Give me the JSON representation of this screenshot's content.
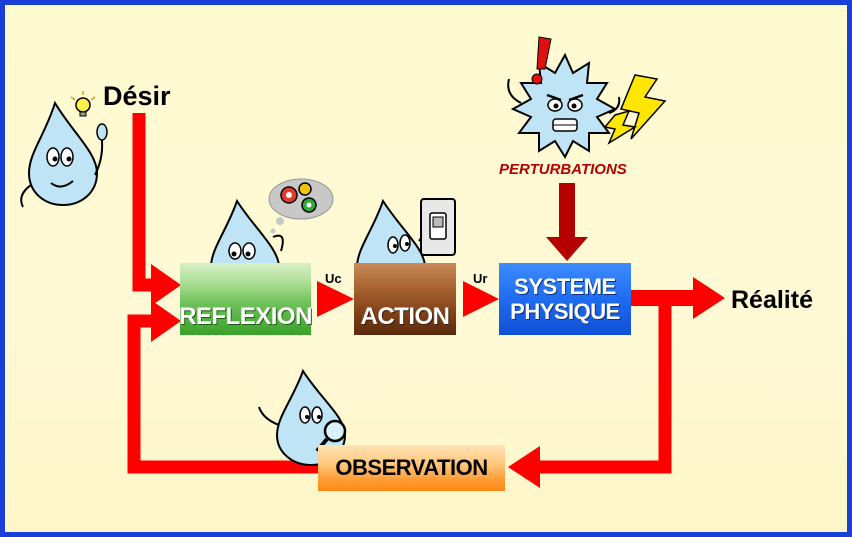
{
  "labels": {
    "desir": "Désir",
    "realite": "Réalité",
    "uc": "Uc",
    "ur": "Ur",
    "perturbations": "PERTURBATIONS"
  },
  "blocks": {
    "reflexion": "REFLEXION",
    "action": "ACTION",
    "systeme_line1": "SYSTEME",
    "systeme_line2": "PHYSIQUE",
    "observation": "OBSERVATION"
  },
  "colors": {
    "frame": "#1a3fd6",
    "arrow_red": "#ff0000",
    "arrow_dark_red": "#b40000",
    "reflexion_green": "#3aa22a",
    "action_brown": "#7a3d16",
    "systeme_blue": "#1f6cf0",
    "observation_orange": "#ff9d35"
  },
  "icons": [
    "water-drop-thinking-icon",
    "water-drop-reflecting-icon",
    "gears-icon",
    "water-drop-switch-icon",
    "light-switch-icon",
    "angry-spiky-disturbance-icon",
    "exclamation-icon",
    "lightning-icon",
    "water-drop-magnifier-icon",
    "magnifying-glass-icon",
    "light-bulb-icon"
  ]
}
